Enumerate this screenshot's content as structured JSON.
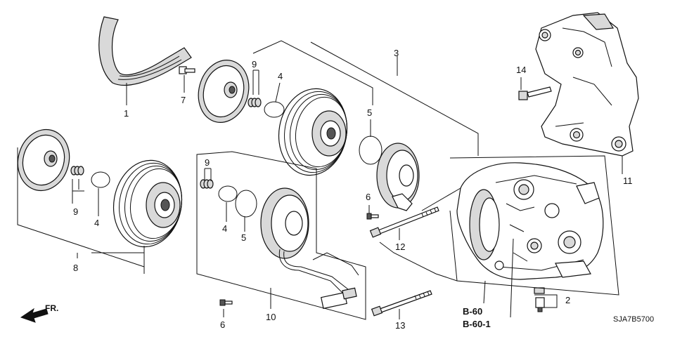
{
  "diagram": {
    "callouts": {
      "c1": "1",
      "c2": "2",
      "c3": "3",
      "c4a": "4",
      "c4b": "4",
      "c4c": "4",
      "c5a": "5",
      "c5b": "5",
      "c6a": "6",
      "c6b": "6",
      "c7": "7",
      "c8": "8",
      "c9a": "9",
      "c9b": "9",
      "c9c": "9",
      "c10": "10",
      "c11": "11",
      "c12": "12",
      "c13": "13",
      "c14": "14"
    },
    "refs": {
      "b60": "B-60",
      "b601": "B-60-1"
    },
    "direction_label": "FR.",
    "diagram_code": "SJA7B5700"
  }
}
